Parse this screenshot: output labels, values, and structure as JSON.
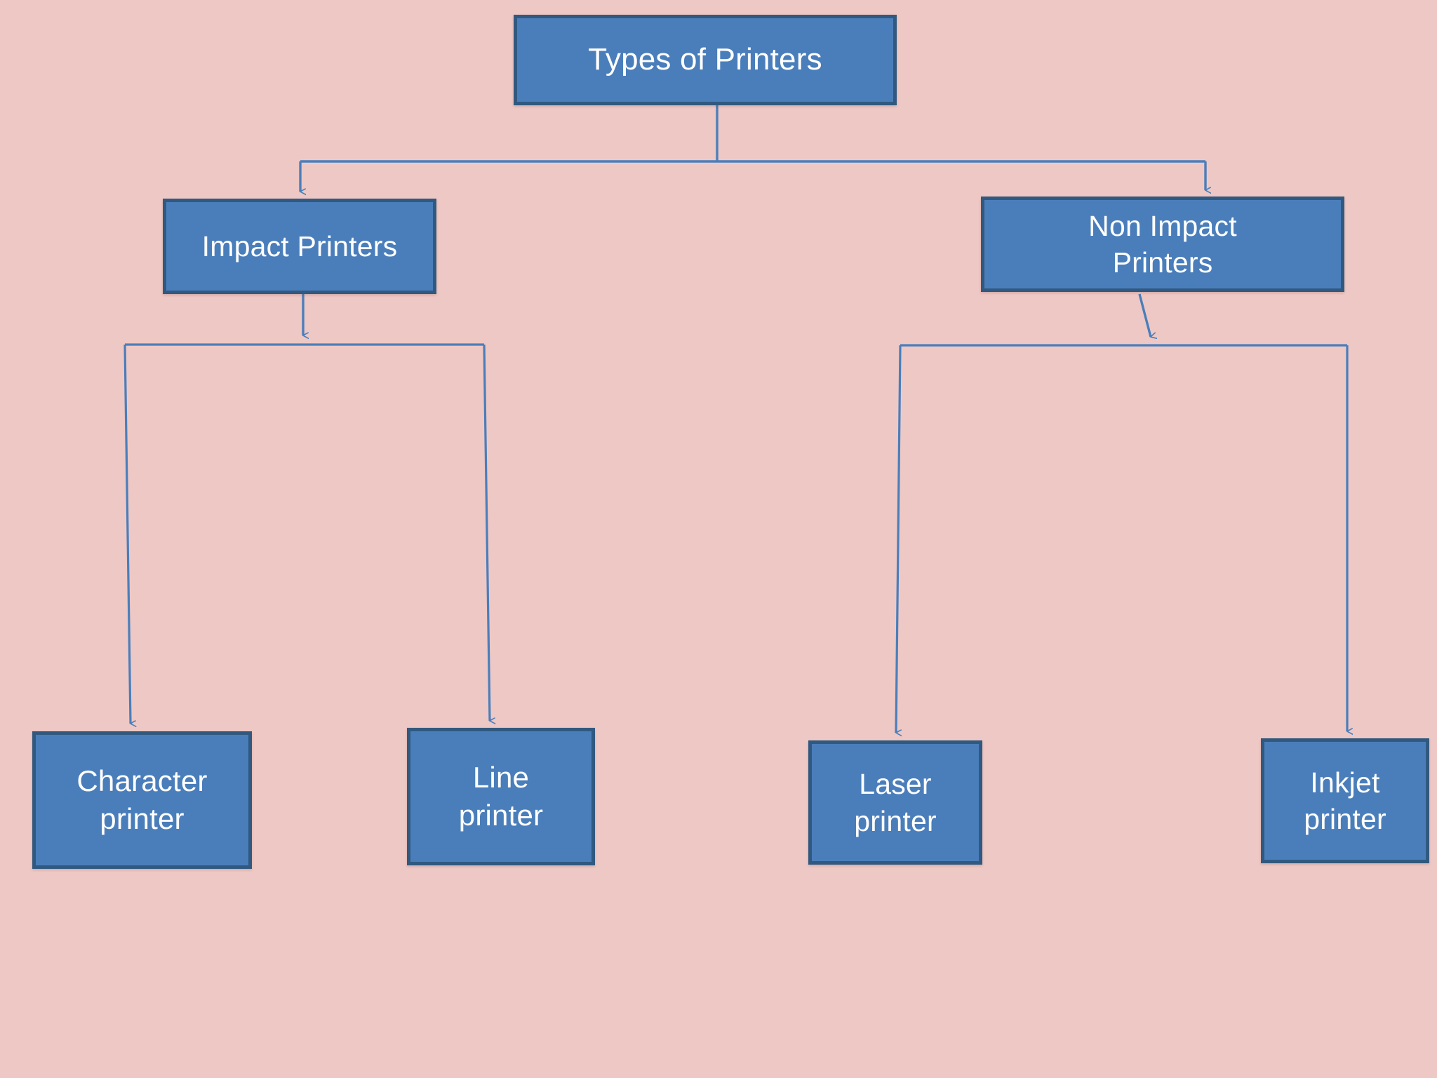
{
  "diagram": {
    "title": "Types of Printers",
    "type": "hierarchy-tree",
    "background_color": "#eec8c4",
    "node_fill_color": "#4a7ebb",
    "node_border_color": "#31597f",
    "node_text_color": "#ffffff",
    "connector_color": "#4a7ebb",
    "levels": 3,
    "nodes": [
      {
        "id": "root",
        "label": "Types of Printers",
        "level": 1,
        "parent": null
      },
      {
        "id": "impact",
        "label": "Impact Printers",
        "level": 2,
        "parent": "root"
      },
      {
        "id": "non-impact",
        "label": "Non Impact\nPrinters",
        "level": 2,
        "parent": "root"
      },
      {
        "id": "character",
        "label": "Character\nprinter",
        "level": 3,
        "parent": "impact"
      },
      {
        "id": "line",
        "label": "Line\nprinter",
        "level": 3,
        "parent": "impact"
      },
      {
        "id": "laser",
        "label": "Laser\nprinter",
        "level": 3,
        "parent": "non-impact"
      },
      {
        "id": "inkjet",
        "label": "Inkjet\nprinter",
        "level": 3,
        "parent": "non-impact"
      }
    ]
  }
}
